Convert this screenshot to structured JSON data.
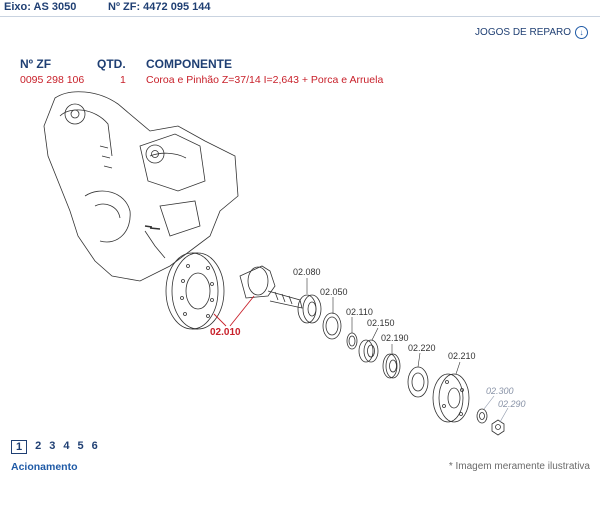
{
  "header": {
    "axle": "Eixo: AS 3050",
    "zf_number": "Nº ZF: 4472 095 144"
  },
  "repair_link": {
    "label": "JOGOS DE REPARO",
    "icon": "circle-down-arrow-icon"
  },
  "table": {
    "columns": [
      "Nº ZF",
      "QTD.",
      "COMPONENTE"
    ],
    "rows": [
      {
        "zf": "0095 298 106",
        "qty": "1",
        "component": "Coroa e Pinhão Z=37/14 I=2,643 + Porca e Arruela"
      }
    ]
  },
  "diagram": {
    "highlighted": "02.010",
    "callouts": [
      "02.080",
      "02.050",
      "02.110",
      "02.150",
      "02.190",
      "02.220",
      "02.210"
    ],
    "muted_callouts": [
      "02.300",
      "02.290"
    ]
  },
  "pagination": {
    "pages": [
      "1",
      "2",
      "3",
      "4",
      "5",
      "6"
    ],
    "current": "1"
  },
  "footer": {
    "section_link": "Acionamento",
    "note": "* Imagem meramente ilustrativa"
  },
  "colors": {
    "navy": "#1f3f73",
    "accent_red": "#c8202a",
    "link_blue": "#1f5aa6"
  }
}
